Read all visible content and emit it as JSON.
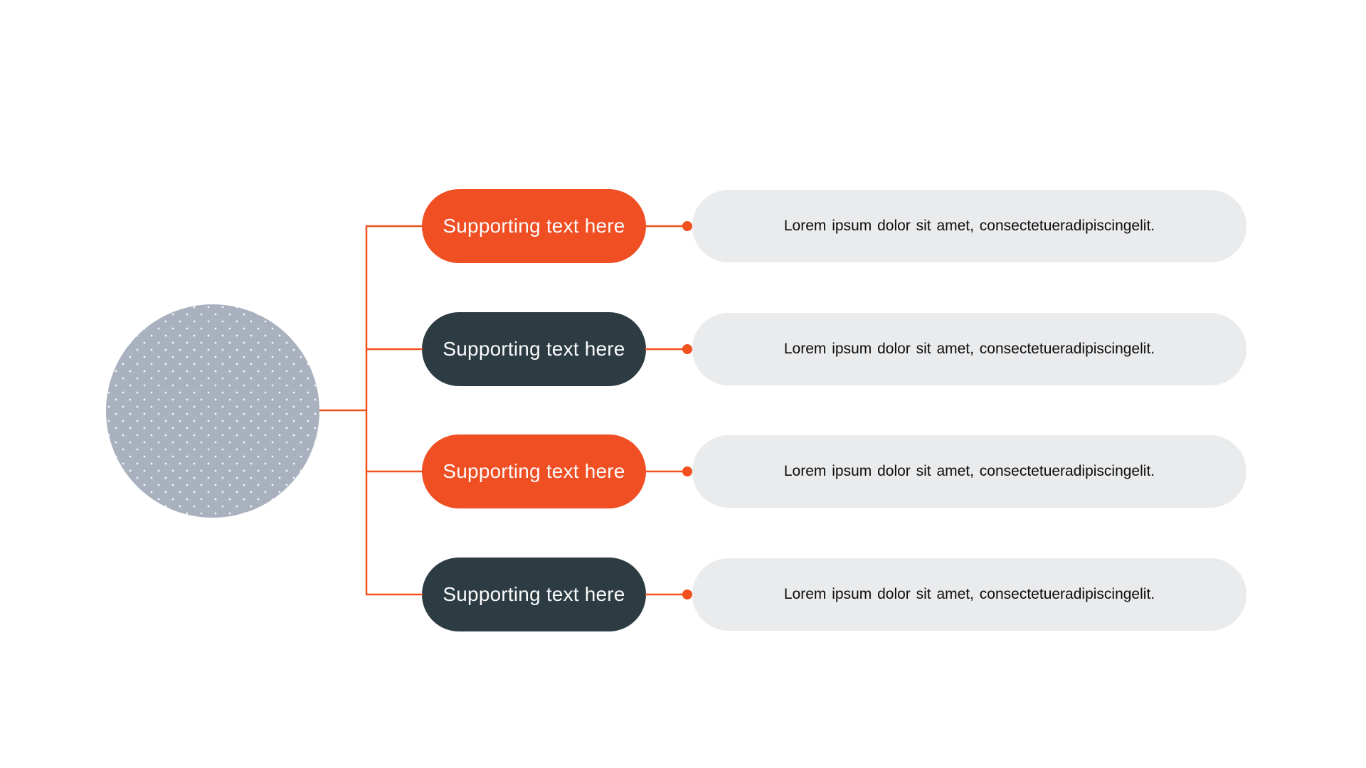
{
  "theme": {
    "accent_orange": "#F04E23",
    "connector_orange": "#F0511F",
    "dark_slate": "#2D3C43",
    "box_gray": "#EAEBED",
    "circle_gray": "#A9B1BF",
    "pill_text_color": "#FAFAFA",
    "body_text_color": "#0D0D0D",
    "canvas_bg": "#FFFFFF"
  },
  "diagram": {
    "central_circle": {
      "label": ""
    },
    "rows": [
      {
        "pill_label": "Supporting text here",
        "pill_variant": "orange",
        "description": "Lorem ipsum dolor sit amet, consectetueradipiscingelit."
      },
      {
        "pill_label": "Supporting text here",
        "pill_variant": "dark",
        "description": "Lorem ipsum dolor sit amet, consectetueradipiscingelit."
      },
      {
        "pill_label": "Supporting text here",
        "pill_variant": "orange",
        "description": "Lorem ipsum dolor sit amet, consectetueradipiscingelit."
      },
      {
        "pill_label": "Supporting text here",
        "pill_variant": "dark",
        "description": "Lorem ipsum dolor sit amet, consectetueradipiscingelit."
      }
    ]
  }
}
